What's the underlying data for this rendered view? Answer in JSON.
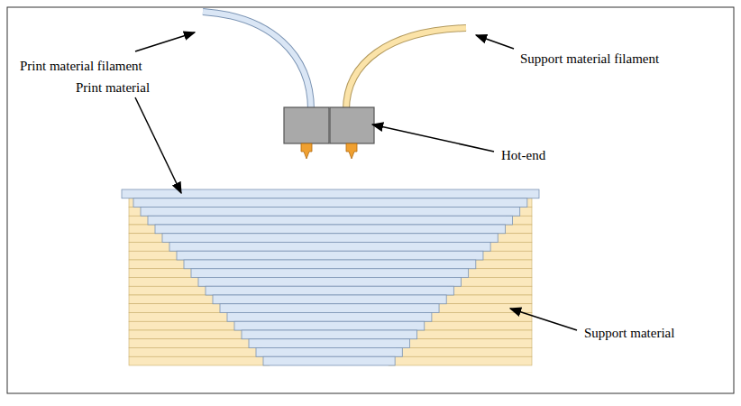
{
  "diagram": {
    "labels": [
      "Print material filament",
      "Support material filament",
      "Print material",
      "Hot-end",
      "Support material"
    ]
  }
}
